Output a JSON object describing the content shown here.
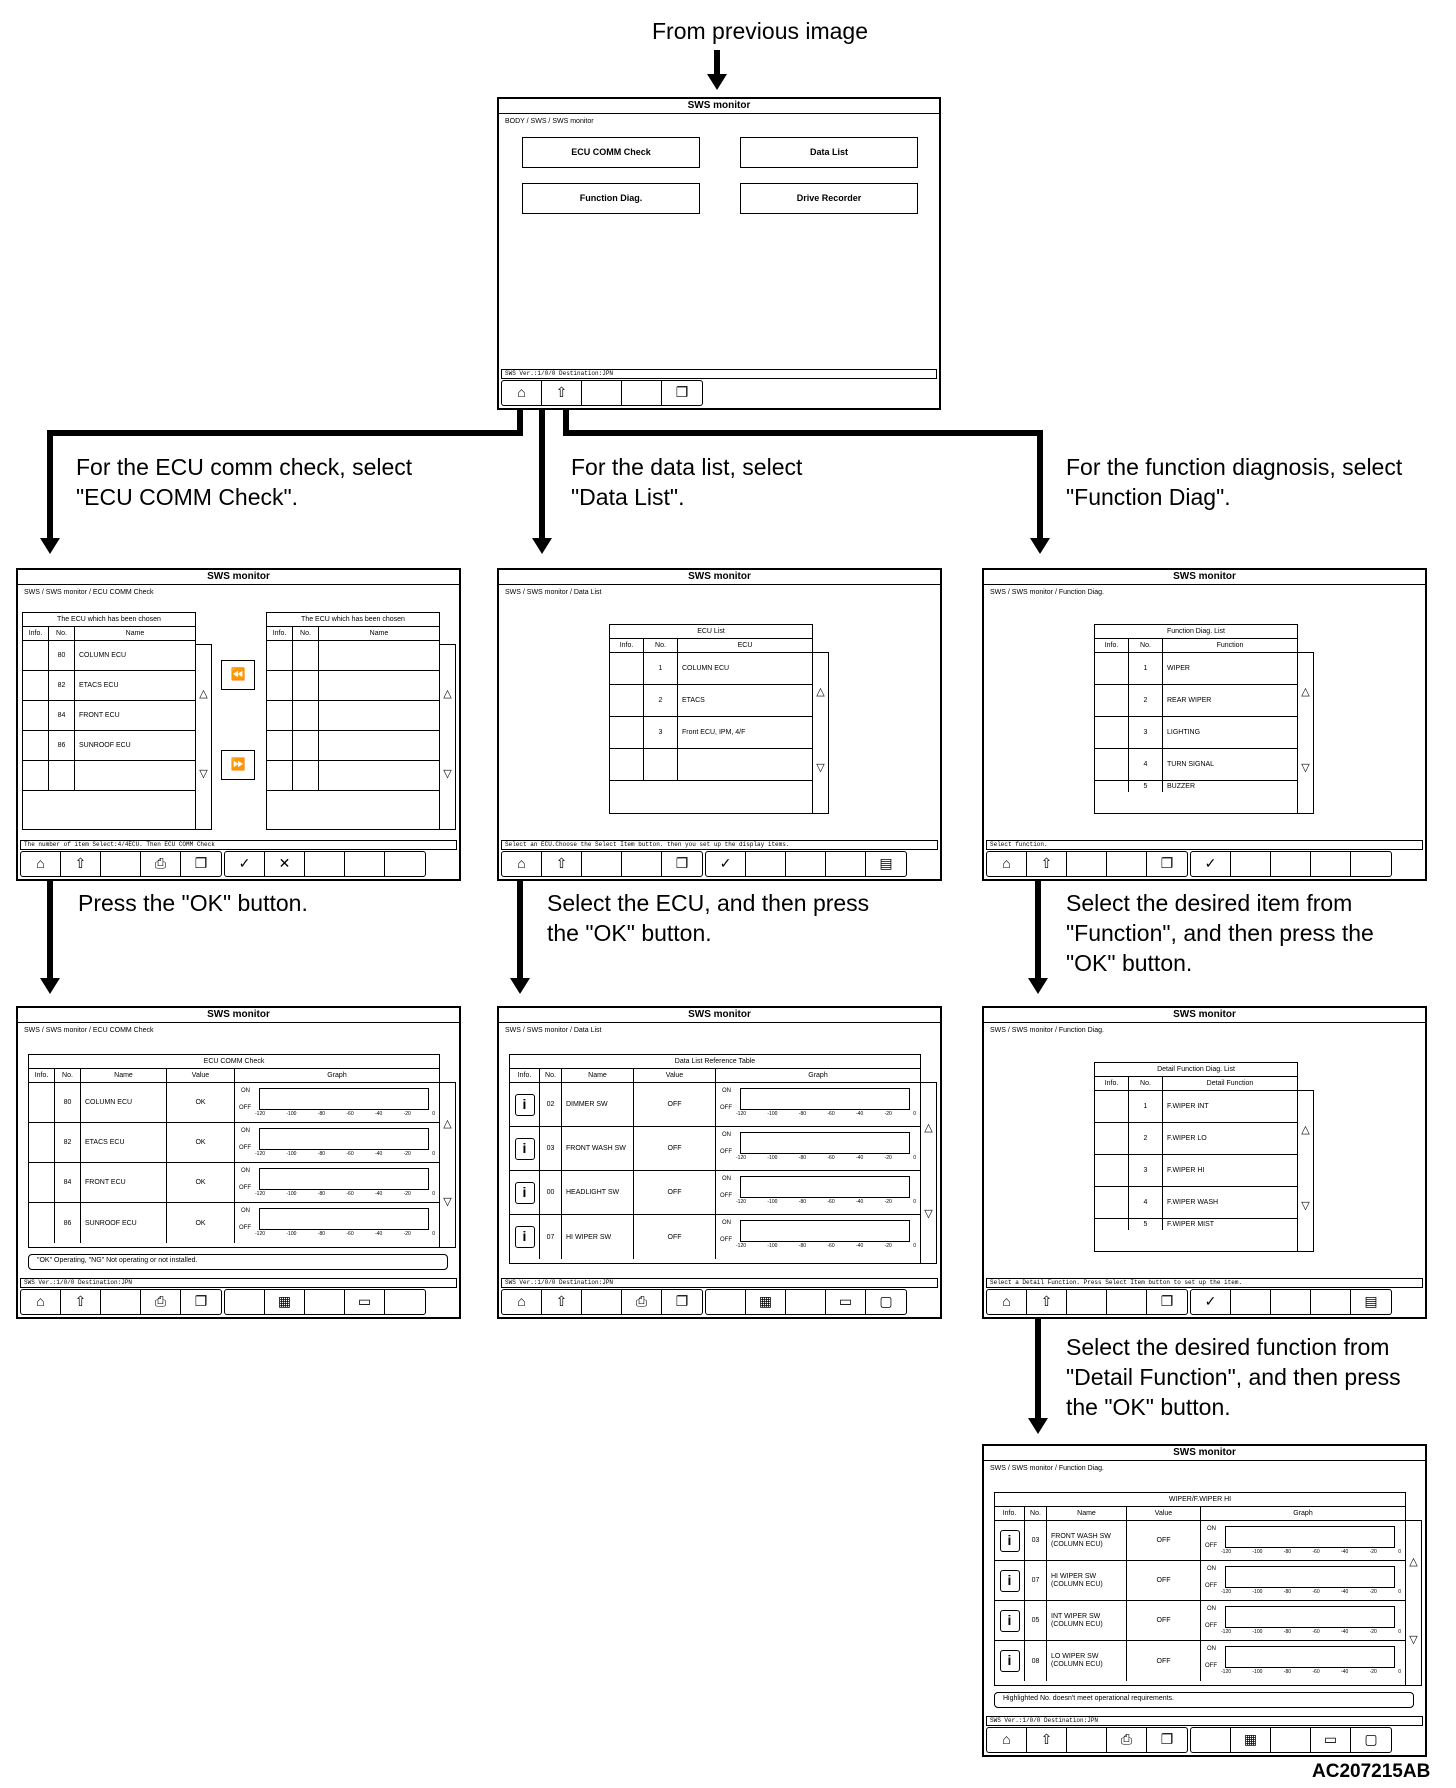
{
  "flow": {
    "from_previous": "From previous image",
    "ecu_branch": "For the ECU comm check, select\n\"ECU COMM Check\".",
    "data_branch": "For the data list, select\n\"Data List\".",
    "func_branch": "For the function diagnosis, select\n\"Function Diag\".",
    "press_ok": "Press the \"OK\" button.",
    "select_ecu": "Select the ECU, and then press\nthe \"OK\" button.",
    "select_item": "Select the desired item from\n\"Function\", and then press the\n\"OK\" button.",
    "select_function": "Select the desired function from\n\"Detail Function\", and then press\nthe \"OK\" button.",
    "figure_id": "AC207215AB"
  },
  "screen_title": "SWS monitor",
  "version_text": "SWS Ver.:1/0/0 Destination:JPN",
  "toolbar_icons": [
    "home-icon",
    "up-level-icon",
    "print-icon",
    "copy-icon",
    "ok-icon",
    "cancel-icon",
    "table-icon",
    "display-icon",
    "window-icon"
  ],
  "main_menu": {
    "breadcrumb": "BODY / SWS / SWS monitor",
    "buttons": [
      "ECU COMM Check",
      "Data List",
      "Function Diag.",
      "Drive Recorder"
    ]
  },
  "ecu_select": {
    "breadcrumb": "SWS / SWS monitor / ECU COMM Check",
    "left_caption": "The ECU which has been chosen",
    "right_caption": "The ECU which has been chosen",
    "col_info": "Info.",
    "col_no": "No.",
    "col_name": "Name",
    "rows": [
      {
        "no": "80",
        "name": "COLUMN ECU"
      },
      {
        "no": "82",
        "name": "ETACS ECU"
      },
      {
        "no": "84",
        "name": "FRONT ECU"
      },
      {
        "no": "86",
        "name": "SUNROOF ECU"
      },
      {
        "no": "",
        "name": ""
      }
    ],
    "status": "The number of item Select:4/4ECU. Then ECU COMM Check"
  },
  "data_list_select": {
    "breadcrumb": "SWS / SWS monitor / Data List",
    "caption": "ECU List",
    "col_info": "Info.",
    "col_no": "No.",
    "col_ecu": "ECU",
    "rows": [
      {
        "no": "1",
        "ecu": "COLUMN ECU"
      },
      {
        "no": "2",
        "ecu": "ETACS"
      },
      {
        "no": "3",
        "ecu": "Front ECU, IPM, 4/F"
      },
      {
        "no": "",
        "ecu": ""
      },
      {
        "no": "",
        "ecu": ""
      }
    ],
    "status": "Select an ECU.Choose the Select Item button. then you set up the display items."
  },
  "func_list": {
    "breadcrumb": "SWS / SWS monitor / Function Diag.",
    "caption": "Function Diag. List",
    "col_info": "Info.",
    "col_no": "No.",
    "col_function": "Function",
    "rows": [
      {
        "no": "1",
        "name": "WIPER"
      },
      {
        "no": "2",
        "name": "REAR WIPER"
      },
      {
        "no": "3",
        "name": "LIGHTING"
      },
      {
        "no": "4",
        "name": "TURN SIGNAL"
      },
      {
        "no": "5",
        "name": "BUZZER"
      }
    ],
    "status": "Select function."
  },
  "graph_axis": [
    "-120",
    "-100",
    "-80",
    "-60",
    "-40",
    "-20",
    "0"
  ],
  "graph_on": "ON",
  "graph_off": "OFF",
  "ecu_comm": {
    "breadcrumb": "SWS / SWS monitor / ECU COMM Check",
    "caption": "ECU COMM Check",
    "cols": [
      "Info.",
      "No.",
      "Name",
      "Value",
      "Graph"
    ],
    "rows": [
      {
        "no": "80",
        "name": "COLUMN ECU",
        "value": "OK"
      },
      {
        "no": "82",
        "name": "ETACS ECU",
        "value": "OK"
      },
      {
        "no": "84",
        "name": "FRONT ECU",
        "value": "OK"
      },
      {
        "no": "86",
        "name": "SUNROOF ECU",
        "value": "OK"
      }
    ],
    "note": "\"OK\" Operating, \"NG\" Not operating or not installed."
  },
  "data_ref": {
    "breadcrumb": "SWS / SWS monitor / Data List",
    "caption": "Data List Reference Table",
    "cols": [
      "Info.",
      "No.",
      "Name",
      "Value",
      "Graph"
    ],
    "rows": [
      {
        "no": "02",
        "name": "DIMMER SW",
        "value": "OFF"
      },
      {
        "no": "03",
        "name": "FRONT WASH SW",
        "value": "OFF"
      },
      {
        "no": "00",
        "name": "HEADLIGHT SW",
        "value": "OFF"
      },
      {
        "no": "07",
        "name": "HI WIPER SW",
        "value": "OFF"
      }
    ]
  },
  "detail_list": {
    "breadcrumb": "SWS / SWS monitor / Function Diag.",
    "caption": "Detail Function Diag. List",
    "col_info": "Info.",
    "col_no": "No.",
    "col_detail": "Detail Function",
    "rows": [
      {
        "no": "1",
        "name": "F.WIPER INT"
      },
      {
        "no": "2",
        "name": "F.WIPER LO"
      },
      {
        "no": "3",
        "name": "F.WIPER HI"
      },
      {
        "no": "4",
        "name": "F.WIPER WASH"
      },
      {
        "no": "5",
        "name": "F.WIPER MIST"
      }
    ],
    "status": "Select a Detail Function. Press Select Item button to set up the item."
  },
  "wiper_hi": {
    "breadcrumb": "SWS / SWS monitor / Function Diag.",
    "caption": "WIPER/F.WIPER HI",
    "cols": [
      "Info.",
      "No.",
      "Name",
      "Value",
      "Graph"
    ],
    "rows": [
      {
        "no": "03",
        "name": "FRONT WASH SW (COLUMN ECU)",
        "value": "OFF"
      },
      {
        "no": "07",
        "name": "HI WIPER SW (COLUMN ECU)",
        "value": "OFF"
      },
      {
        "no": "05",
        "name": "INT WIPER SW (COLUMN ECU)",
        "value": "OFF"
      },
      {
        "no": "08",
        "name": "LO WIPER SW (COLUMN ECU)",
        "value": "OFF"
      }
    ],
    "note": "Highlighted No. doesn't meet operational requirements."
  }
}
